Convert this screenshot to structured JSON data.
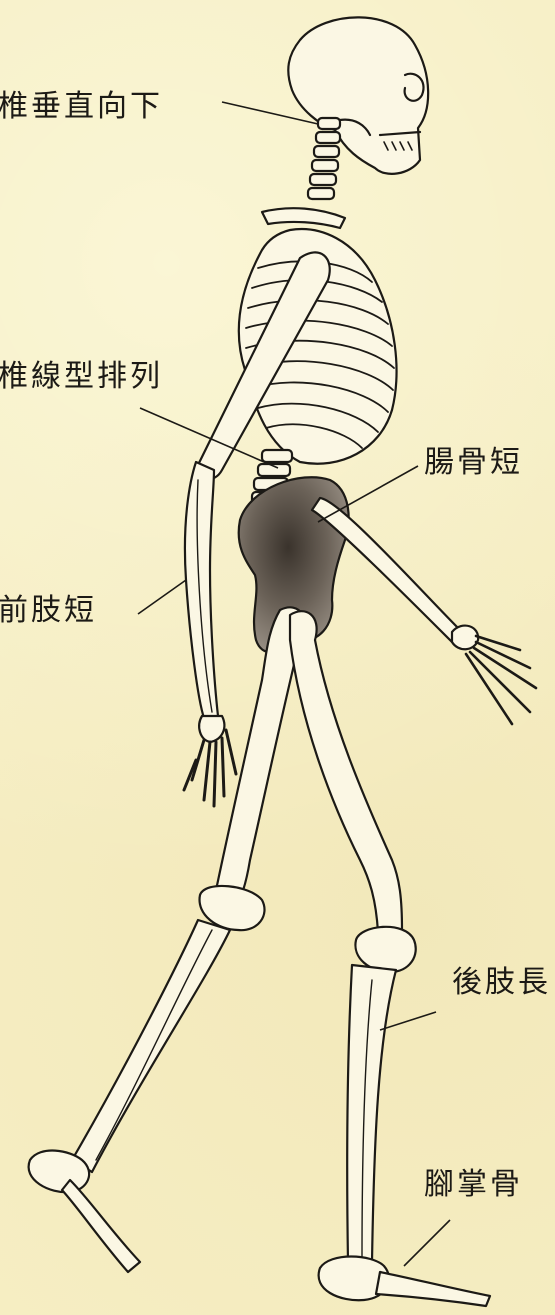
{
  "labels": {
    "neck": "椎垂直向下",
    "spine": "椎線型排列",
    "ilium": "腸骨短",
    "forelimb": "前肢短",
    "hindlimb": "後肢長",
    "metatarsal": "腳掌骨"
  },
  "colors": {
    "background": "#f6eec3",
    "ink": "#1c1a16",
    "bone_fill": "#fbf7e4",
    "pelvis_shade": "#5a5048"
  }
}
